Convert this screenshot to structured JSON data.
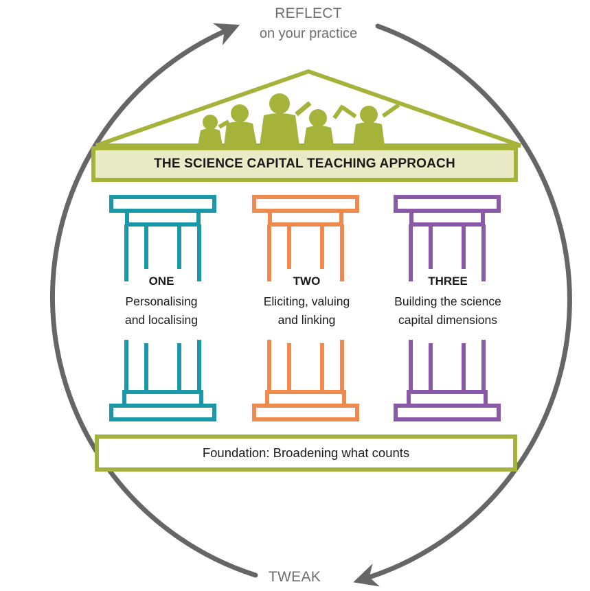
{
  "cycle": {
    "top_title": "REFLECT",
    "top_subtitle": "on your practice",
    "bottom_title": "TWEAK"
  },
  "roof": {
    "banner": "THE SCIENCE CAPITAL TEACHING APPROACH",
    "color": "#a5b33b",
    "fill": "#e9ebc6"
  },
  "pillars": [
    {
      "number": "ONE",
      "line1": "Personalising",
      "line2": "and localising",
      "color": "#1a98a8"
    },
    {
      "number": "TWO",
      "line1": "Eliciting, valuing",
      "line2": "and linking",
      "color": "#ee8a4e"
    },
    {
      "number": "THREE",
      "line1": "Building the science",
      "line2": "capital dimensions",
      "color": "#8a5aa8"
    }
  ],
  "foundation": {
    "text": "Foundation: Broadening what counts",
    "color": "#a5b33b"
  },
  "arrow_color": "#666666"
}
